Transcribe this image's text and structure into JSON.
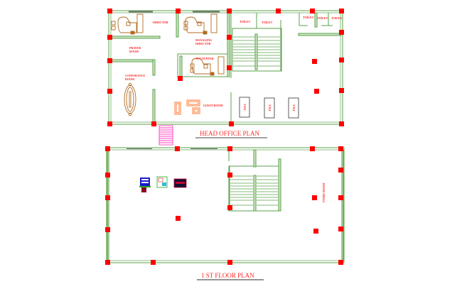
{
  "drawing": {
    "title_head_office": "HEAD OFFICE PLAN",
    "title_first_floor": "1 ST FLOOR PLAN",
    "colors": {
      "wall": "#5aa04a",
      "wall_fill": "#cfe6c6",
      "column": "#ff0000",
      "text": "#ff2020",
      "furniture": "#b06a20",
      "entry_stair": "#ff40c0",
      "cabinet": "#333333",
      "underline": "#444444"
    }
  },
  "head_office": {
    "rooms": [
      {
        "id": "director",
        "label": "DIRECTOR"
      },
      {
        "id": "prayer",
        "label": "PRAYER ROOM"
      },
      {
        "id": "managing_director",
        "label": "MANAGING DIRECTOR"
      },
      {
        "id": "accounter",
        "label": "ACCOUNTER"
      },
      {
        "id": "conference",
        "label": "CONFERANCE ROOM"
      },
      {
        "id": "guest",
        "label": "GUEST ROOM"
      },
      {
        "id": "toilet_1",
        "label": "TOILET"
      },
      {
        "id": "toilet_2",
        "label": "TOILET"
      },
      {
        "id": "toilet_3",
        "label": "TOILET"
      },
      {
        "id": "toilet_4",
        "label": "TOILET"
      },
      {
        "id": "toilet_5",
        "label": "TOILET"
      }
    ],
    "cabinets": [
      {
        "label": "FILE"
      },
      {
        "label": "FILE"
      },
      {
        "label": "FILE"
      }
    ]
  },
  "first_floor": {
    "side_label": "STORE ROOM"
  }
}
